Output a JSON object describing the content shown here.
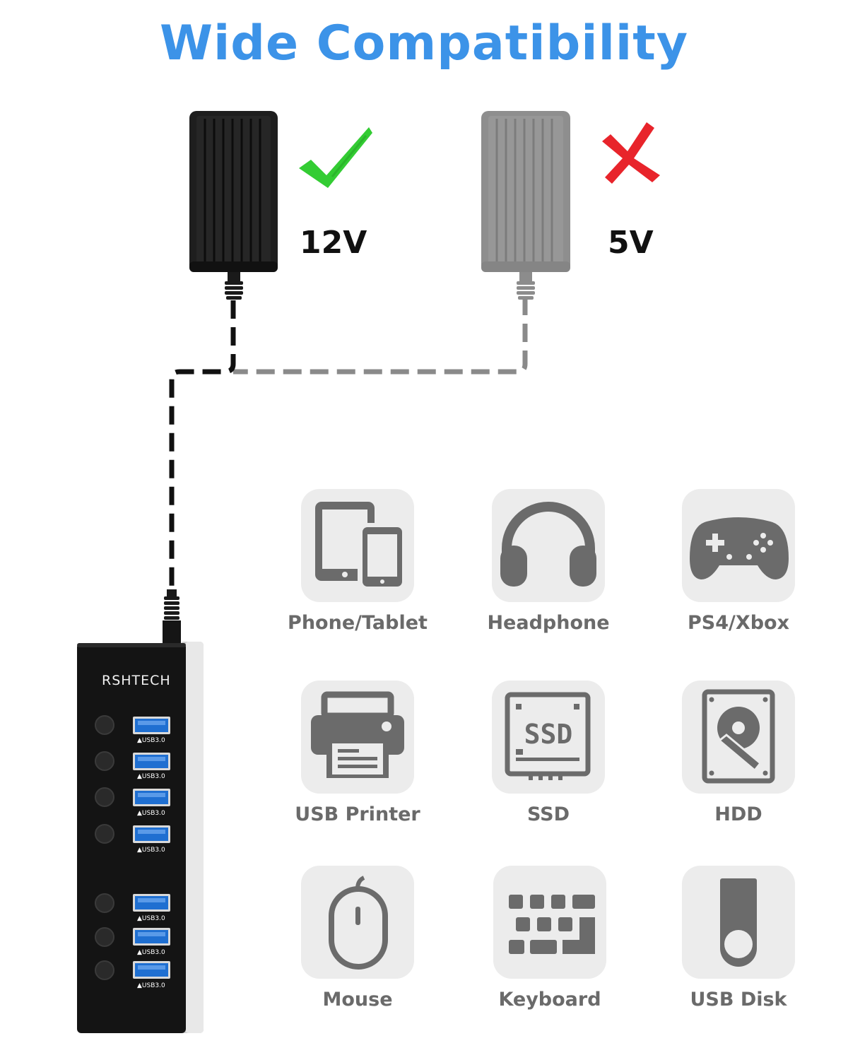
{
  "title": "Wide Compatibility",
  "adapters": [
    {
      "voltage": "12V",
      "compatible": true
    },
    {
      "voltage": "5V",
      "compatible": false
    }
  ],
  "hub": {
    "brand": "RSHTECH",
    "port_label": "▲USB3.0",
    "port_count": 7
  },
  "devices": [
    {
      "label": "Phone/Tablet",
      "icon": "phone-tablet-icon"
    },
    {
      "label": "Headphone",
      "icon": "headphone-icon"
    },
    {
      "label": "PS4/Xbox",
      "icon": "gamepad-icon"
    },
    {
      "label": "USB Printer",
      "icon": "printer-icon"
    },
    {
      "label": "SSD",
      "icon": "ssd-icon",
      "text": "SSD"
    },
    {
      "label": "HDD",
      "icon": "hdd-icon"
    },
    {
      "label": "Mouse",
      "icon": "mouse-icon"
    },
    {
      "label": "Keyboard",
      "icon": "keyboard-icon"
    },
    {
      "label": "USB Disk",
      "icon": "usb-disk-icon"
    }
  ],
  "colors": {
    "title": "#3c93e8",
    "check": "#33cc33",
    "cross": "#e8242b",
    "icon_tile": "#ececec",
    "icon_glyph": "#6b6b6b",
    "label": "#6a6a6a",
    "port_blue": "#1f6fd1"
  }
}
